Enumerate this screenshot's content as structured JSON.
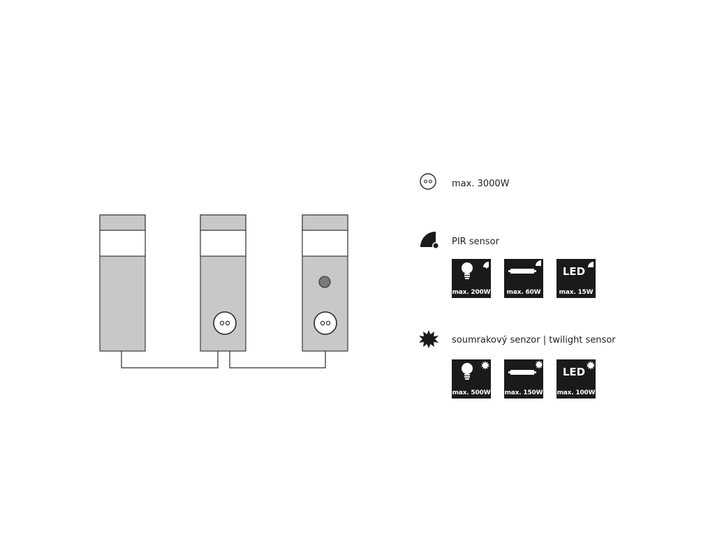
{
  "legend": {
    "socket": {
      "icon": "socket-icon",
      "text": "max. 3000W"
    },
    "pir": {
      "icon": "pir-sensor-icon",
      "text": "PIR sensor",
      "badges": [
        {
          "icon": "bulb-icon",
          "label": "max. 200W"
        },
        {
          "icon": "tube-lamp-icon",
          "label": "max. 60W"
        },
        {
          "icon": "led-icon",
          "led_text": "LED",
          "label": "max. 15W"
        }
      ]
    },
    "twilight": {
      "icon": "twilight-sensor-icon",
      "text": "soumrakový senzor | twilight sensor",
      "badges": [
        {
          "icon": "bulb-icon",
          "label": "max. 500W"
        },
        {
          "icon": "tube-lamp-icon",
          "label": "max. 150W"
        },
        {
          "icon": "led-icon",
          "led_text": "LED",
          "label": "max. 100W"
        }
      ]
    }
  },
  "colors": {
    "post_body": "#c8c8c8",
    "post_outline": "#3a3a3a",
    "sensor_dot": "#7a7a7a",
    "badge_bg": "#1a1a1a"
  }
}
